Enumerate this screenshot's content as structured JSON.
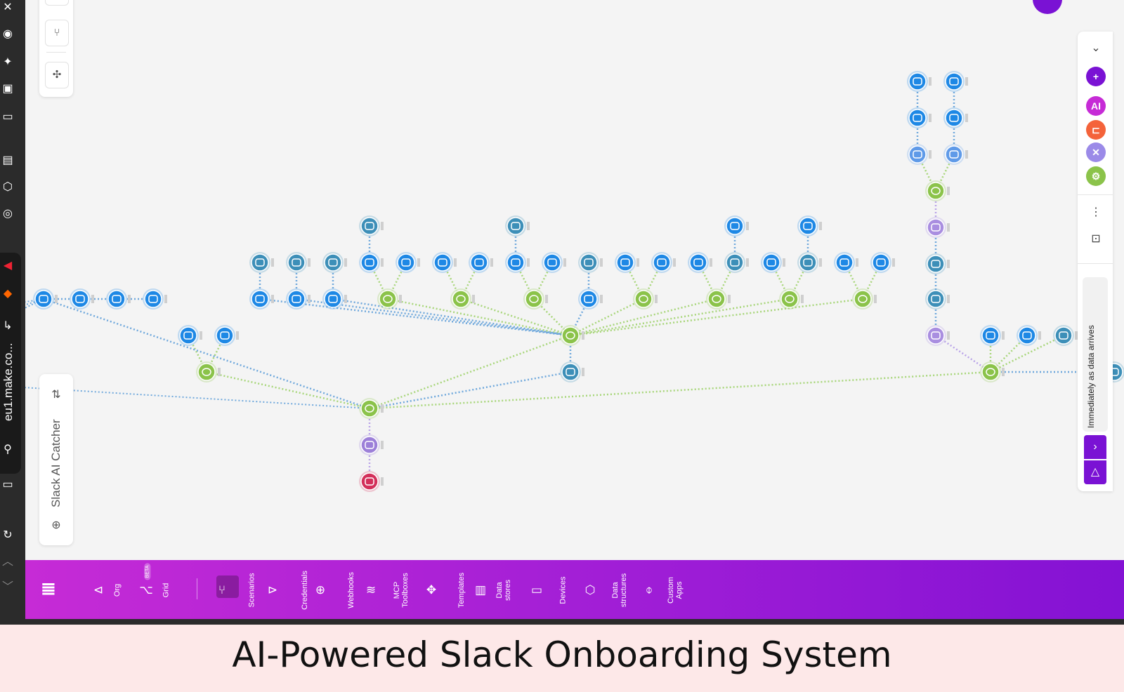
{
  "caption": {
    "text": "AI-Powered Slack Onboarding System"
  },
  "browser": {
    "url_fragment": "eu1.make.co..."
  },
  "left_tools": [
    "more-icon",
    "flow-icon",
    "align-icon"
  ],
  "catcher_panel": {
    "title": "Slack AI Catcher"
  },
  "right_panel": {
    "schedule_label": "Immediately as data arrives",
    "ai_badge": "AI",
    "accent": "#7a12d4"
  },
  "bottom_nav": {
    "items": [
      {
        "id": "org",
        "label": "Org",
        "icon": "back-icon"
      },
      {
        "id": "grid",
        "label": "Grid",
        "icon": "grid-icon",
        "badge": "BETA"
      },
      {
        "id": "scenarios",
        "label": "Scenarios",
        "icon": "scenarios-icon",
        "active": true
      },
      {
        "id": "credentials",
        "label": "Credentials",
        "icon": "key-icon"
      },
      {
        "id": "webhooks",
        "label": "Webhooks",
        "icon": "globe-icon"
      },
      {
        "id": "mcp",
        "label": "MCP\nToolboxes",
        "icon": "mcp-icon"
      },
      {
        "id": "templates",
        "label": "Templates",
        "icon": "puzzle-icon"
      },
      {
        "id": "datastores",
        "label": "Data\nstores",
        "icon": "database-icon"
      },
      {
        "id": "devices",
        "label": "Devices",
        "icon": "device-icon"
      },
      {
        "id": "datastructures",
        "label": "Data\nstructures",
        "icon": "cube-icon"
      },
      {
        "id": "customapps",
        "label": "Custom\nApps",
        "icon": "app-icon"
      }
    ]
  },
  "colors": {
    "module_blue": "#1e88e5",
    "module_teal": "#3d8fb8",
    "router_green": "#8bc34a",
    "tools_purple": "#a98ee0",
    "flow_purple": "#9c7fd8",
    "webhook_red": "#d32f5a",
    "google_blue": "#5f9ae8"
  }
}
